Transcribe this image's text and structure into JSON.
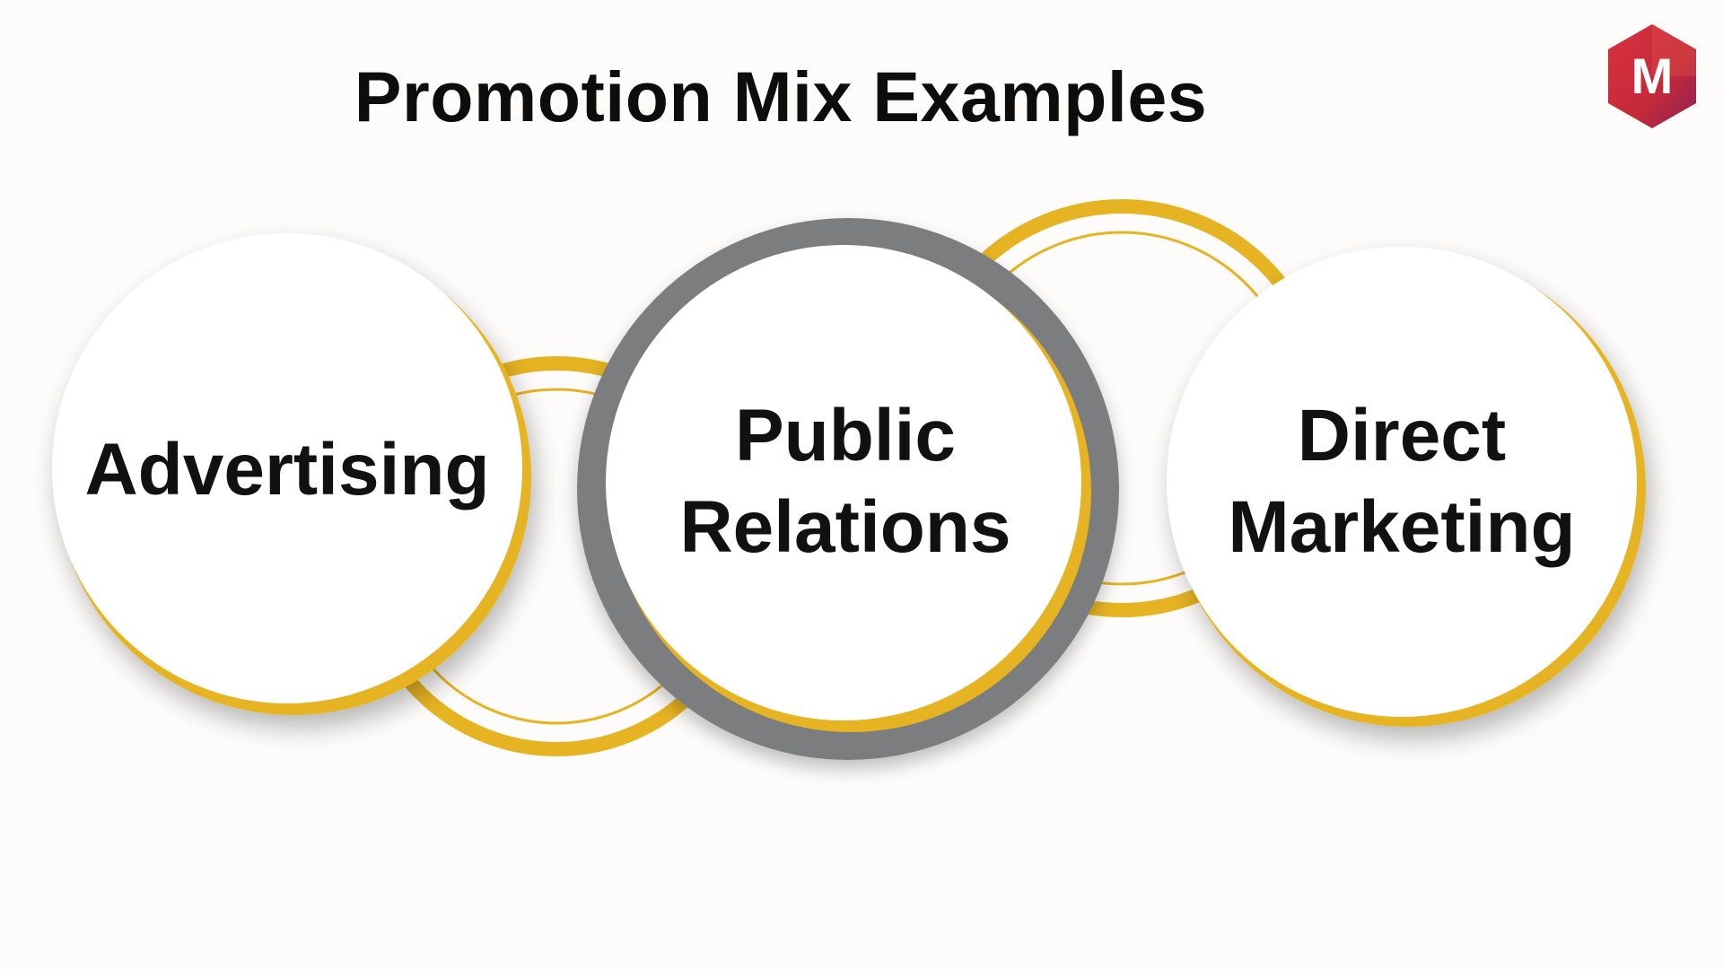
{
  "title": "Promotion Mix Examples",
  "items": [
    {
      "lines": [
        "Advertising"
      ]
    },
    {
      "lines": [
        "Public",
        "Relations"
      ]
    },
    {
      "lines": [
        "Direct",
        "Marketing"
      ]
    }
  ],
  "logo": {
    "letter": "M",
    "color": "#c42a3a"
  },
  "colors": {
    "accent_yellow": "#e6b422",
    "ring_gray": "#7c7d7f",
    "circle_fill": "#ffffff",
    "background": "#fdfcfa"
  }
}
